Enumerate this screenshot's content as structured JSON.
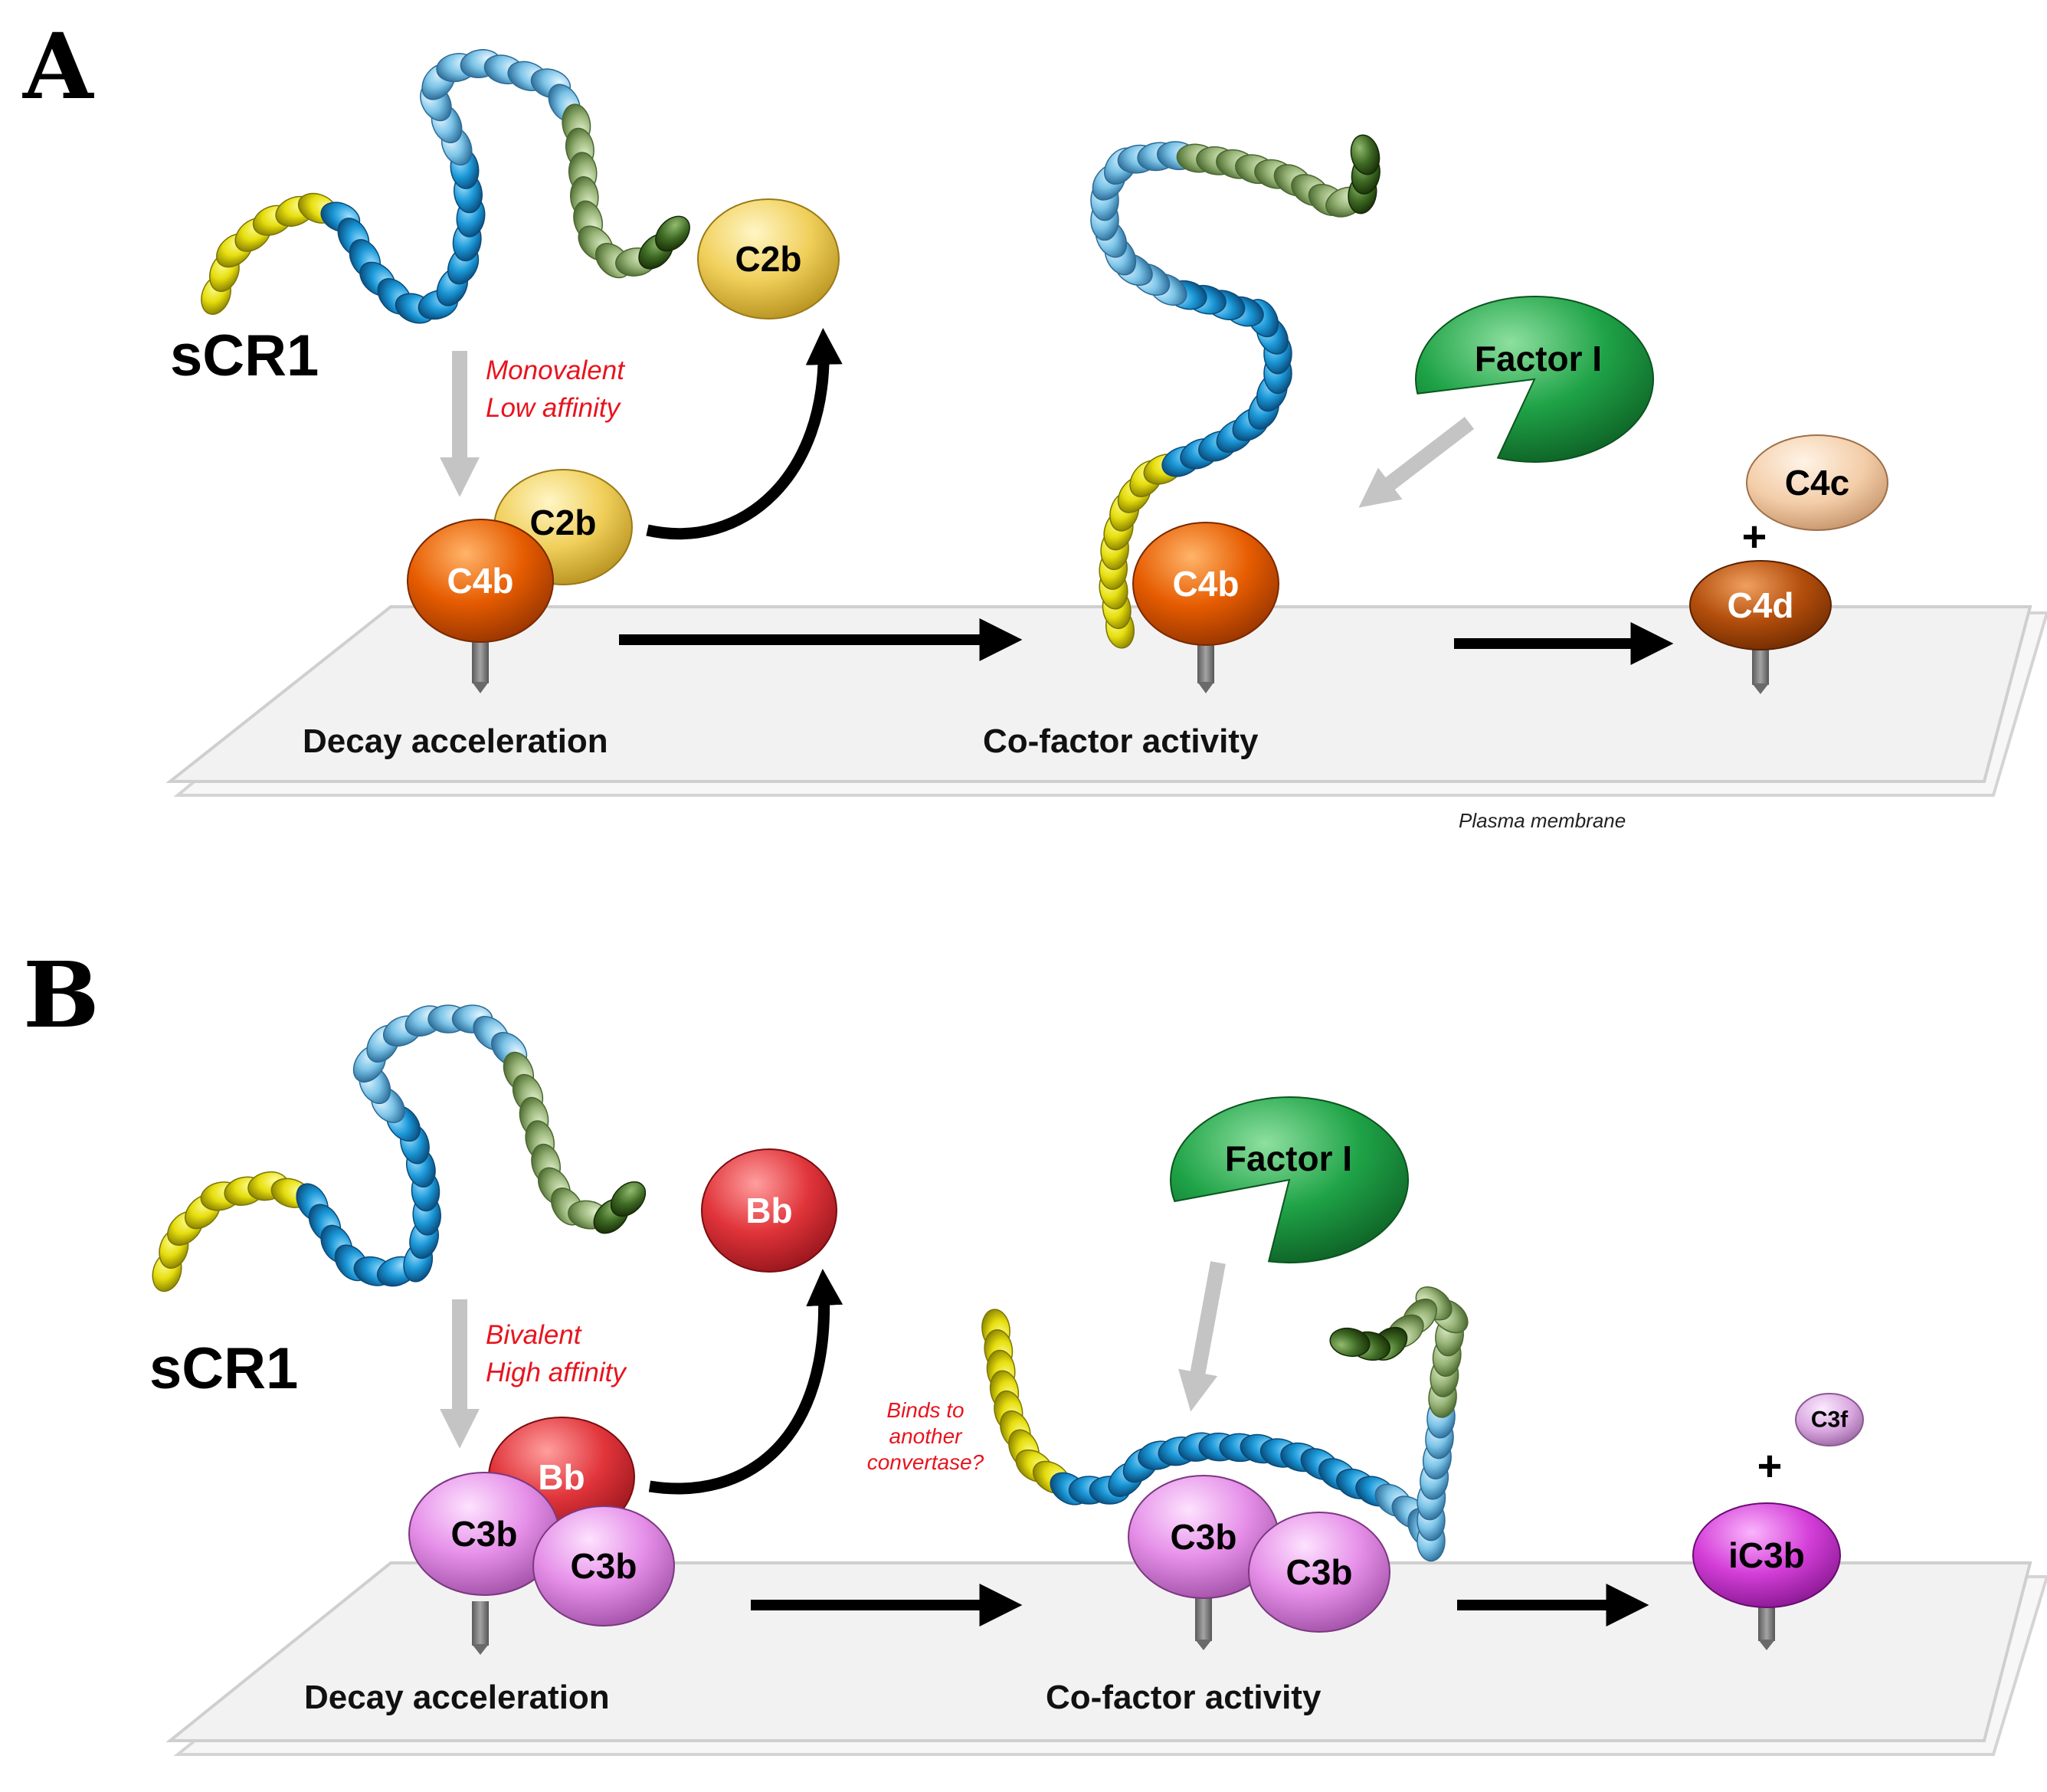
{
  "panels": {
    "a": {
      "letter": "A",
      "protein_label": "sCR1",
      "binding_note": [
        "Monovalent",
        "Low affinity"
      ],
      "stage_1": "Decay acceleration",
      "stage_2": "Co-factor activity",
      "membrane_label": "Plasma membrane",
      "molecules": {
        "c2b_bound": "C2b",
        "c4b_bound": "C4b",
        "c2b_released": "C2b",
        "factor_i": "Factor I",
        "c4b_cofactor": "C4b",
        "c4c": "C4c",
        "c4d": "C4d",
        "plus": "+"
      }
    },
    "b": {
      "letter": "B",
      "protein_label": "sCR1",
      "binding_note": [
        "Bivalent",
        "High affinity"
      ],
      "side_note": [
        "Binds to",
        "another",
        "convertase?"
      ],
      "stage_1": "Decay acceleration",
      "stage_2": "Co-factor activity",
      "molecules": {
        "bb_bound": "Bb",
        "c3b_1": "C3b",
        "c3b_2": "C3b",
        "bb_released": "Bb",
        "factor_i": "Factor I",
        "c3b_cof_1": "C3b",
        "c3b_cof_2": "C3b",
        "c3f": "C3f",
        "ic3b": "iC3b",
        "plus": "+"
      }
    }
  },
  "colors": {
    "ccp_yellow": "#e8e010",
    "ccp_blue": "#1c9ad6",
    "ccp_lightblue": "#7cc4e8",
    "ccp_green": "#9ab47a",
    "ccp_darkgreen": "#3e6a24",
    "c4b": "#e65c00",
    "c4d": "#b34e0c",
    "c2b": "#f0cf5a",
    "c4c": "#f3cda8",
    "factor_i": "#1fa347",
    "bb": "#e0343a",
    "c3b": "#e58ee8",
    "ic3b": "#d43ed8",
    "c3f": "#d9a6e0",
    "membrane": "#f3f3f3"
  }
}
